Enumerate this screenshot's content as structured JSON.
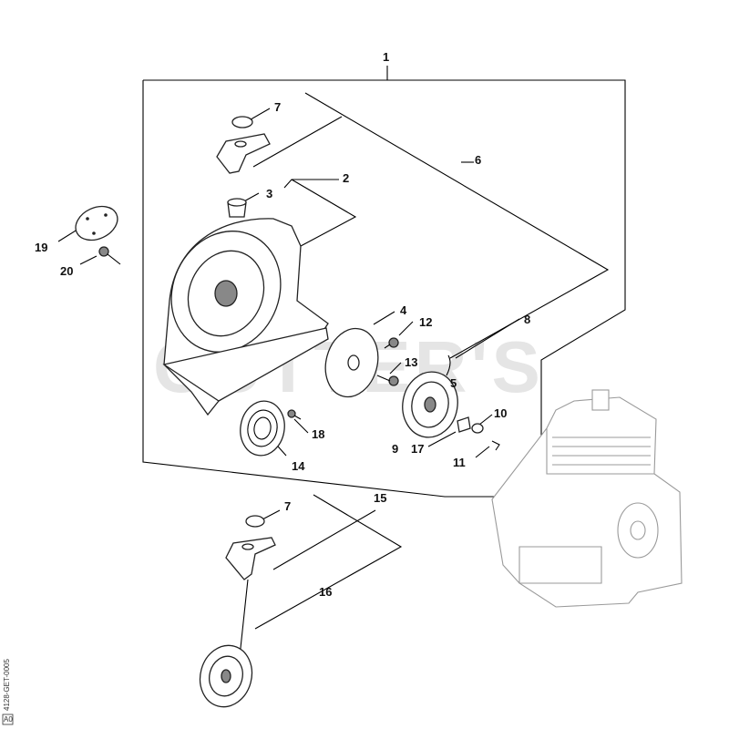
{
  "callouts": [
    "1",
    "2",
    "3",
    "4",
    "5",
    "6",
    "7",
    "8",
    "9",
    "10",
    "11",
    "12",
    "13",
    "14",
    "15",
    "16",
    "17",
    "18",
    "19",
    "20"
  ],
  "callout_7_lower": "7",
  "watermark": "CUTTER'S",
  "drawing_code": "4128-GET-0005",
  "drawing_code_box": "A0"
}
